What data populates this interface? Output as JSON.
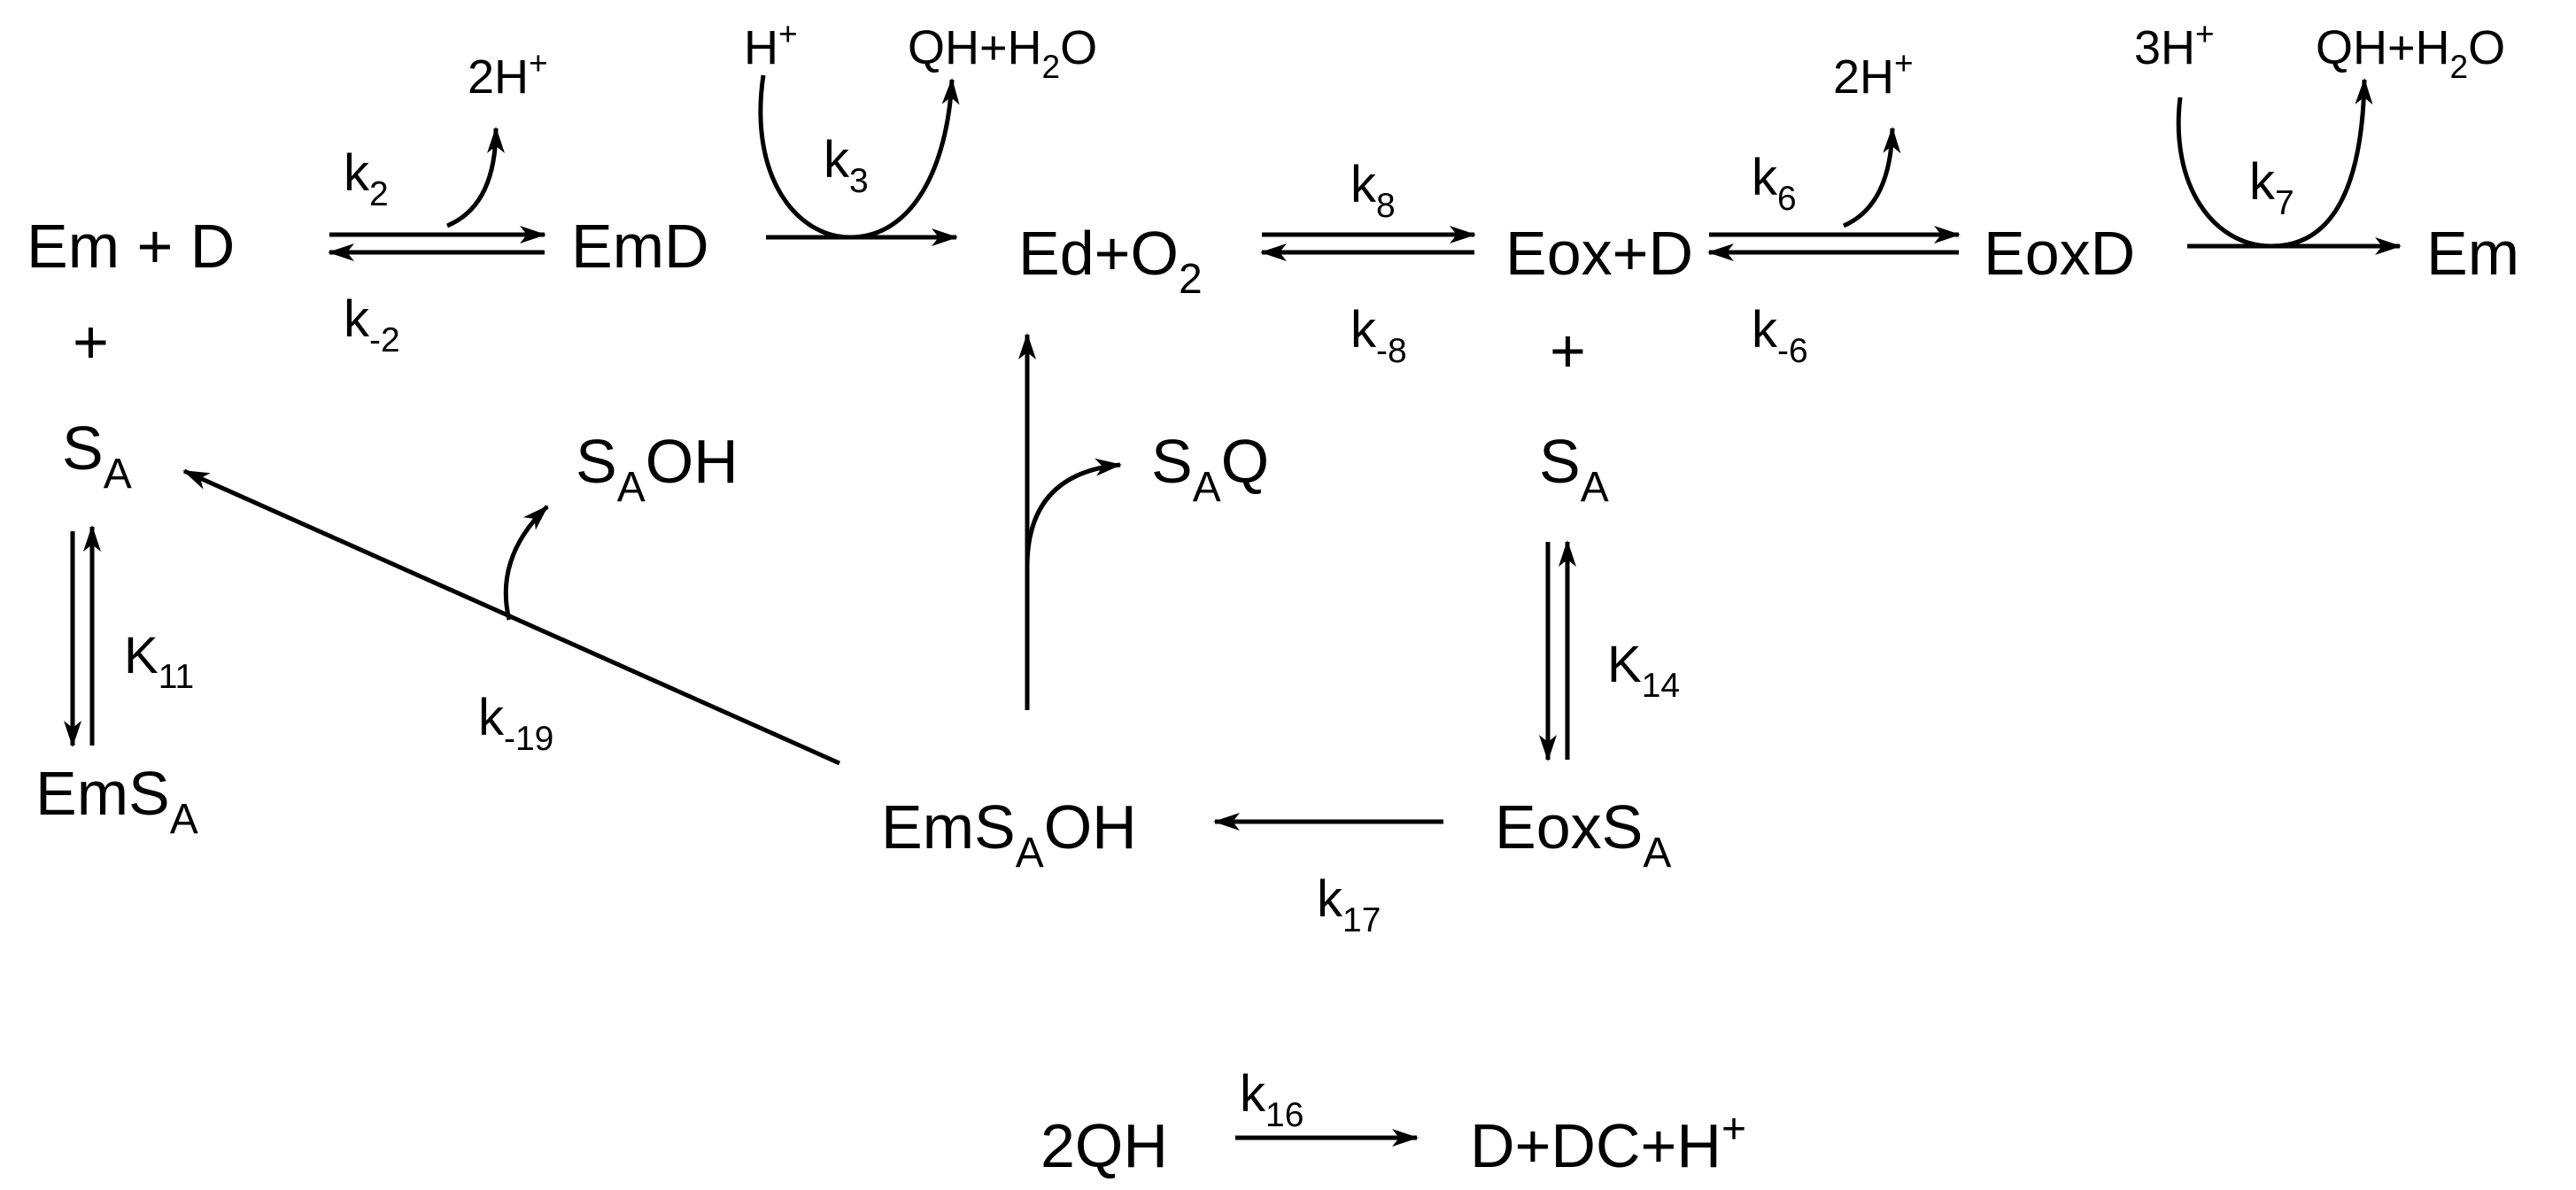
{
  "species": [
    {
      "id": "em_d",
      "parts": [
        {
          "t": "Em + D"
        }
      ]
    },
    {
      "id": "plus_1",
      "parts": [
        {
          "t": "+"
        }
      ]
    },
    {
      "id": "sa_left",
      "parts": [
        {
          "t": "S"
        },
        {
          "t": "A",
          "sub": true
        }
      ]
    },
    {
      "id": "emsa",
      "parts": [
        {
          "t": "EmS"
        },
        {
          "t": "A",
          "sub": true
        }
      ]
    },
    {
      "id": "emd",
      "parts": [
        {
          "t": "EmD"
        }
      ]
    },
    {
      "id": "ed_o2",
      "parts": [
        {
          "t": "Ed+O"
        },
        {
          "t": "2",
          "sub": true
        }
      ]
    },
    {
      "id": "eox_d",
      "parts": [
        {
          "t": "Eox+D"
        }
      ]
    },
    {
      "id": "plus_2",
      "parts": [
        {
          "t": "+"
        }
      ]
    },
    {
      "id": "sa_right",
      "parts": [
        {
          "t": "S"
        },
        {
          "t": "A",
          "sub": true
        }
      ]
    },
    {
      "id": "eoxsa",
      "parts": [
        {
          "t": "EoxS"
        },
        {
          "t": "A",
          "sub": true
        }
      ]
    },
    {
      "id": "eoxd",
      "parts": [
        {
          "t": "EoxD"
        }
      ]
    },
    {
      "id": "em_end",
      "parts": [
        {
          "t": "Em"
        }
      ]
    },
    {
      "id": "emsaoh",
      "parts": [
        {
          "t": "EmS"
        },
        {
          "t": "A",
          "sub": true
        },
        {
          "t": "OH"
        }
      ]
    },
    {
      "id": "saoh",
      "parts": [
        {
          "t": "S"
        },
        {
          "t": "A",
          "sub": true
        },
        {
          "t": "OH"
        }
      ]
    },
    {
      "id": "saq",
      "parts": [
        {
          "t": "S"
        },
        {
          "t": "A",
          "sub": true
        },
        {
          "t": "Q"
        }
      ]
    },
    {
      "id": "two_qh",
      "parts": [
        {
          "t": "2QH"
        }
      ]
    },
    {
      "id": "d_dc_h",
      "parts": [
        {
          "t": "D+DC+H"
        },
        {
          "t": "+",
          "sup": true
        }
      ]
    }
  ],
  "byproducts": [
    {
      "id": "h2_top_1",
      "parts": [
        {
          "t": "2H"
        },
        {
          "t": "+",
          "sup": true
        }
      ]
    },
    {
      "id": "h_top",
      "parts": [
        {
          "t": "H"
        },
        {
          "t": "+",
          "sup": true
        }
      ]
    },
    {
      "id": "qh_h2o_1",
      "parts": [
        {
          "t": "QH+H"
        },
        {
          "t": "2",
          "sub": true
        },
        {
          "t": "O"
        }
      ]
    },
    {
      "id": "h2_top_2",
      "parts": [
        {
          "t": "2H"
        },
        {
          "t": "+",
          "sup": true
        }
      ]
    },
    {
      "id": "h3_top",
      "parts": [
        {
          "t": "3H"
        },
        {
          "t": "+",
          "sup": true
        }
      ]
    },
    {
      "id": "qh_h2o_2",
      "parts": [
        {
          "t": "QH+H"
        },
        {
          "t": "2",
          "sub": true
        },
        {
          "t": "O"
        }
      ]
    }
  ],
  "rate_constants": [
    {
      "id": "k2",
      "parts": [
        {
          "t": "k"
        },
        {
          "t": "2",
          "sub": true
        }
      ]
    },
    {
      "id": "k_minus_2",
      "parts": [
        {
          "t": "k"
        },
        {
          "t": "-2",
          "sub": true
        }
      ]
    },
    {
      "id": "k3",
      "parts": [
        {
          "t": "k"
        },
        {
          "t": "3",
          "sub": true
        }
      ]
    },
    {
      "id": "k8",
      "parts": [
        {
          "t": "k"
        },
        {
          "t": "8",
          "sub": true
        }
      ]
    },
    {
      "id": "k_minus_8",
      "parts": [
        {
          "t": "k"
        },
        {
          "t": "-8",
          "sub": true
        }
      ]
    },
    {
      "id": "k6",
      "parts": [
        {
          "t": "k"
        },
        {
          "t": "6",
          "sub": true
        }
      ]
    },
    {
      "id": "k_minus_6",
      "parts": [
        {
          "t": "k"
        },
        {
          "t": "-6",
          "sub": true
        }
      ]
    },
    {
      "id": "k7",
      "parts": [
        {
          "t": "k"
        },
        {
          "t": "7",
          "sub": true
        }
      ]
    },
    {
      "id": "K11",
      "parts": [
        {
          "t": "K"
        },
        {
          "t": "11",
          "sub": true
        }
      ]
    },
    {
      "id": "K14",
      "parts": [
        {
          "t": "K"
        },
        {
          "t": "14",
          "sub": true
        }
      ]
    },
    {
      "id": "k_minus_19",
      "parts": [
        {
          "t": "k"
        },
        {
          "t": "-19",
          "sub": true
        }
      ]
    },
    {
      "id": "k17",
      "parts": [
        {
          "t": "k"
        },
        {
          "t": "17",
          "sub": true
        }
      ]
    },
    {
      "id": "k16",
      "parts": [
        {
          "t": "k"
        },
        {
          "t": "16",
          "sub": true
        }
      ]
    }
  ]
}
